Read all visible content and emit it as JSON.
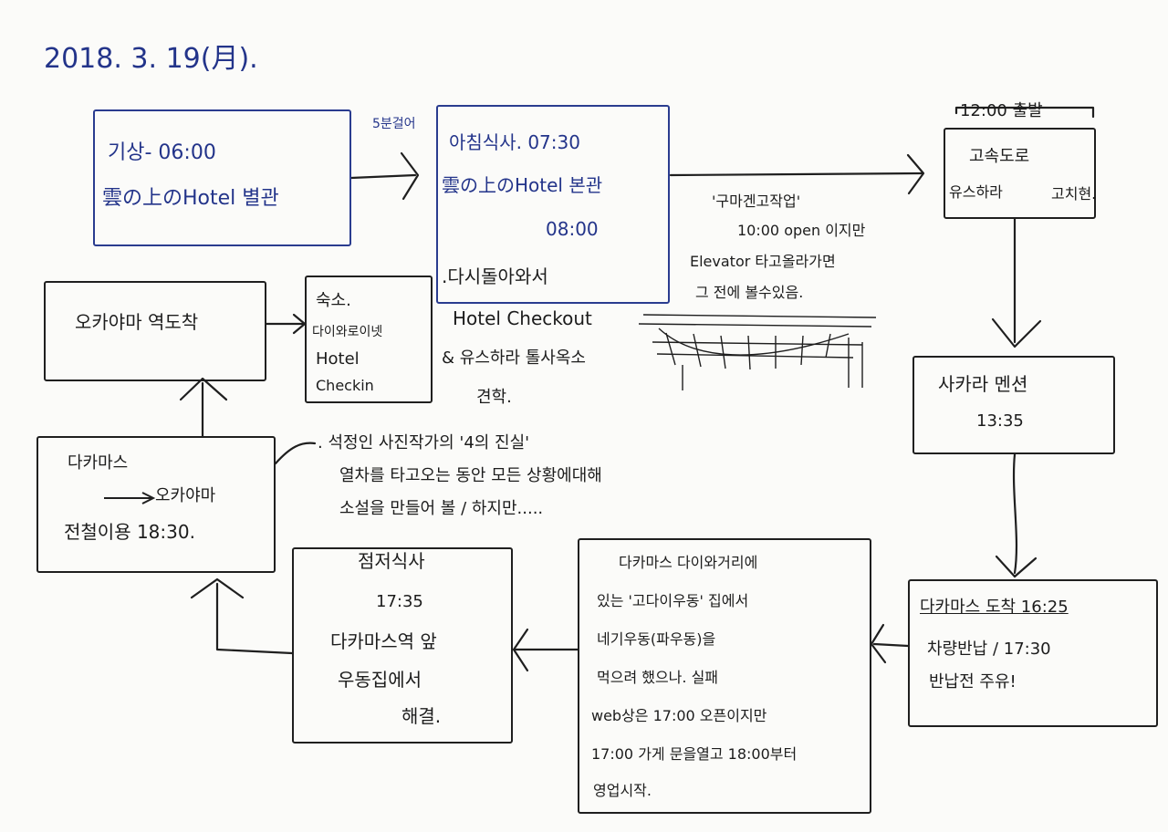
{
  "date": "2018. 3. 19(月).",
  "box1": {
    "line1": "기상- 06:00",
    "line2": "雲の上のHotel 별관"
  },
  "walk_note": "5분걸어",
  "box2": {
    "line1": "아침식사. 07:30",
    "line2": "雲の上のHotel 본관",
    "line3": "08:00",
    "line4": ".다시돌아와서"
  },
  "checkout_note": {
    "line1": "Hotel Checkout",
    "line2": "& 유스하라 톨사옥소",
    "line3": "견학."
  },
  "museum_note": {
    "line1": "'구마겐고작업'",
    "line2": "10:00 open 이지만",
    "line3": "Elevator 타고올라가면",
    "line4": "그 전에 볼수있음."
  },
  "depart_label": "12:00 출발",
  "box3": {
    "line1": "고속도로",
    "line2": "유스하라",
    "line3": "고치현."
  },
  "box4": {
    "line1": "사카라 멘션",
    "line2": "13:35"
  },
  "box5": {
    "line1": "다카마스 도착 16:25",
    "line2": "차량반납 / 17:30",
    "line3": "반납전 주유!"
  },
  "box6": {
    "line1": "다카마스 다이와거리에",
    "line2": "있는 '고다이우동' 집에서",
    "line3": "네기우동(파우동)을",
    "line4": "먹으려 했으나. 실패",
    "line5": "web상은 17:00 오픈이지만",
    "line6": "17:00 가게 문을열고 18:00부터",
    "line7": "영업시작."
  },
  "box7": {
    "line1": "점저식사",
    "line2": "17:35",
    "line3": "다카마스역 앞",
    "line4": "우동집에서",
    "line5": "해결."
  },
  "box8": {
    "line1": "다카마스",
    "line2": "오카야마",
    "line3": "전철이용 18:30."
  },
  "box9": {
    "line1": "오카야마 역도착"
  },
  "box10": {
    "line1": "숙소.",
    "line2": "다이와로이넷",
    "line3": "Hotel",
    "line4": "Checkin"
  },
  "note_bottom": {
    "line1": ". 석정인 사진작가의 '4의 진실'",
    "line2": "열차를 타고오는 동안 모든 상황에대해",
    "line3": "소설을 만들어 볼 / 하지만....."
  }
}
